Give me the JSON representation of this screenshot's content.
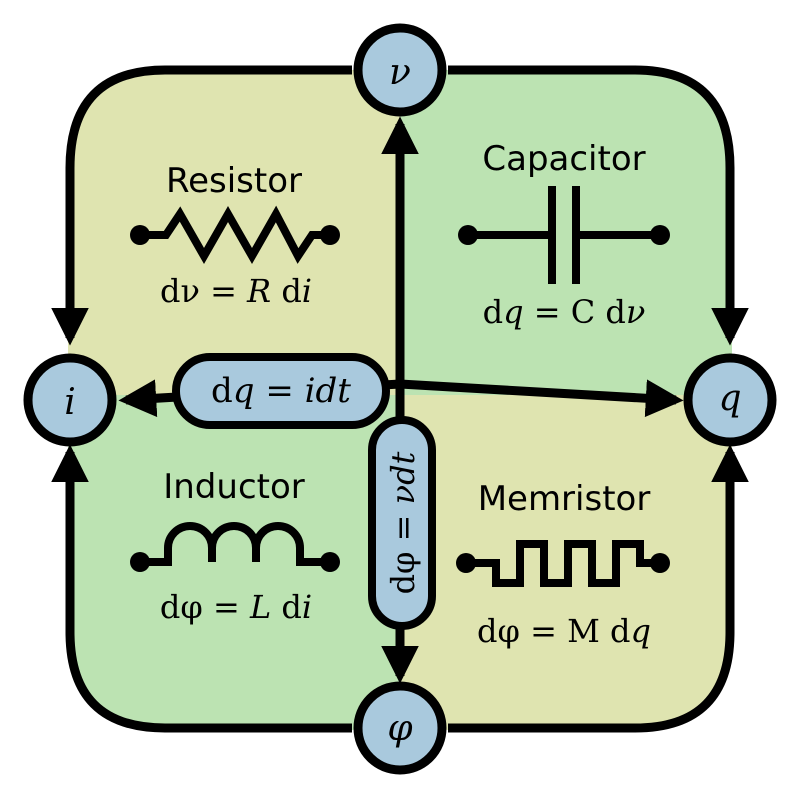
{
  "nodes": {
    "v": "ν",
    "i": "i",
    "q": "q",
    "phi": "φ"
  },
  "quadrants": {
    "resistor": {
      "title": "Resistor",
      "formula_prefix": "dν = ",
      "formula_var": "R",
      "formula_mid": " d",
      "formula_tail": "i"
    },
    "capacitor": {
      "title": "Capacitor",
      "formula_prefix": "d",
      "formula_var": "q",
      "formula_mid": " = C d",
      "formula_tail": "ν"
    },
    "inductor": {
      "title": "Inductor",
      "formula_prefix": "dφ = ",
      "formula_var": "L",
      "formula_mid": " d",
      "formula_tail": "i"
    },
    "memristor": {
      "title": "Memristor",
      "formula_prefix": "dφ = M d",
      "formula_var": "q",
      "formula_mid": "",
      "formula_tail": ""
    }
  },
  "relations": {
    "horizontal": {
      "prefix": "d",
      "var1": "q",
      "mid": " = ",
      "var2": "i",
      "suffix": "dt"
    },
    "vertical": {
      "prefix": "dφ = ",
      "var1": "ν",
      "mid": "",
      "var2": "",
      "suffix": "dt"
    }
  },
  "colors": {
    "tan_fill": "#dfe4b0",
    "green_fill": "#bce3b2",
    "node_fill": "#a9c9dd",
    "stroke": "#000000"
  }
}
